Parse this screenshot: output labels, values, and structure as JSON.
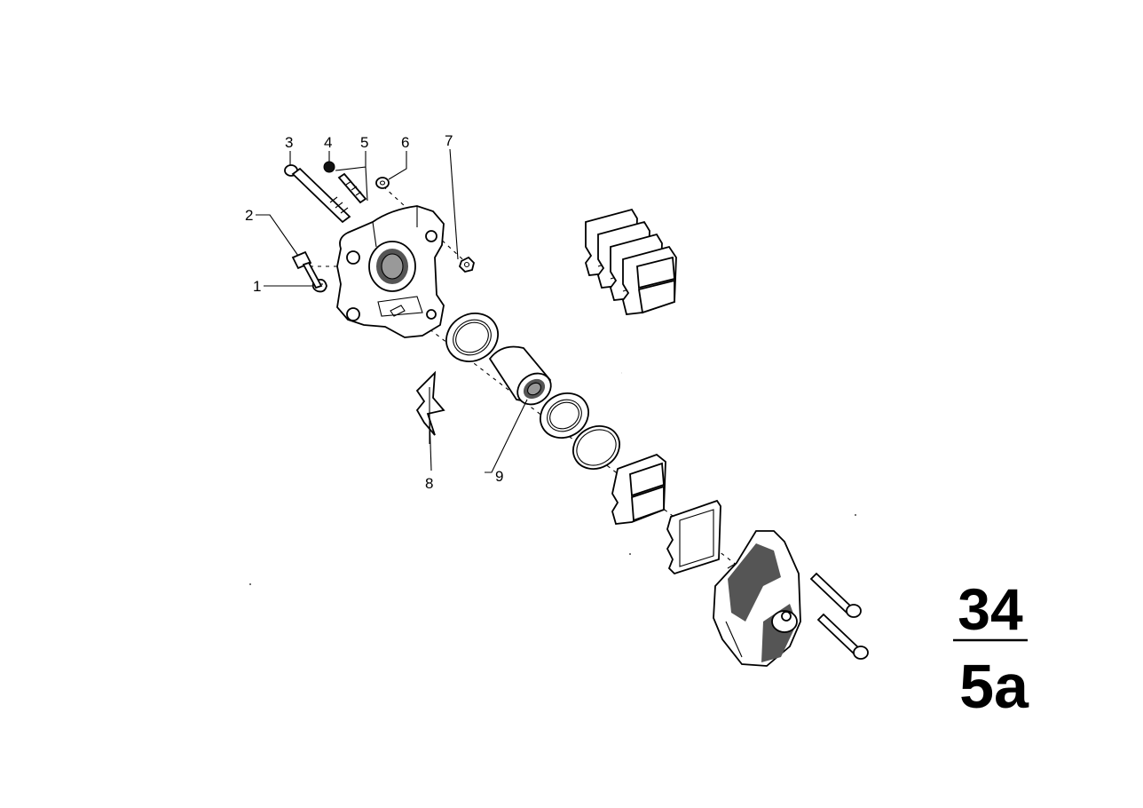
{
  "diagram": {
    "part_labels": {
      "p1": "1",
      "p2": "2",
      "p3": "3",
      "p4": "4",
      "p5": "5",
      "p6": "6",
      "p7": "7",
      "p8": "8",
      "p9": "9"
    },
    "group_number": {
      "main": "34",
      "sub": "5a"
    }
  }
}
